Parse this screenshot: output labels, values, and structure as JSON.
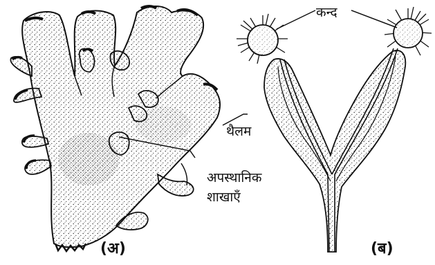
{
  "labels": {
    "thallus": "थैलम",
    "adventitious_line1": "अपस्थानिक",
    "adventitious_line2": "शाखाएँ",
    "tuber": "कन्द",
    "panel_a": "(अ)",
    "panel_b": "(ब)"
  }
}
